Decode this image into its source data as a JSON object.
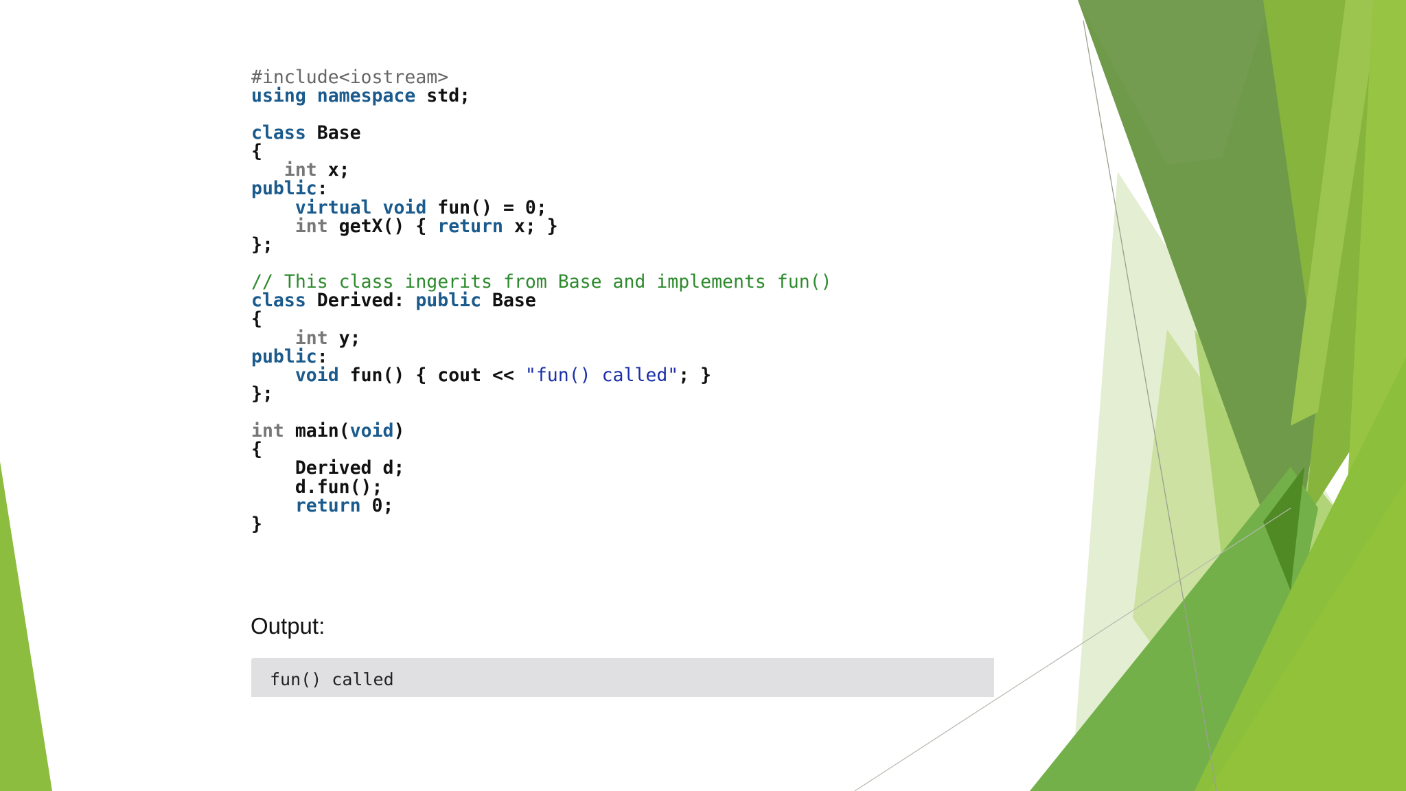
{
  "colors": {
    "background": "#ffffff",
    "keyword": "#1a5a8c",
    "type": "#777777",
    "comment": "#2c8a2c",
    "string": "#1a2fa8",
    "preprocessor": "#666666",
    "output_box": "#e0e0e2",
    "accent_dark_green": "#6e9a4a",
    "accent_light_green": "#8fbe3c"
  },
  "code": {
    "language": "C++",
    "lines": [
      [
        {
          "t": "#include<iostream>",
          "c": "pp"
        }
      ],
      [
        {
          "t": "using",
          "c": "kw"
        },
        {
          "t": " ",
          "c": ""
        },
        {
          "t": "namespace",
          "c": "kw"
        },
        {
          "t": " std;",
          "c": ""
        }
      ],
      [],
      [
        {
          "t": "class",
          "c": "kw"
        },
        {
          "t": " Base",
          "c": ""
        }
      ],
      [
        {
          "t": "{",
          "c": ""
        }
      ],
      [
        {
          "t": "   ",
          "c": ""
        },
        {
          "t": "int",
          "c": "ty"
        },
        {
          "t": " x;",
          "c": ""
        }
      ],
      [
        {
          "t": "public",
          "c": "kw"
        },
        {
          "t": ":",
          "c": ""
        }
      ],
      [
        {
          "t": "    ",
          "c": ""
        },
        {
          "t": "virtual",
          "c": "kw"
        },
        {
          "t": " ",
          "c": ""
        },
        {
          "t": "void",
          "c": "kw"
        },
        {
          "t": " fun() = 0;",
          "c": ""
        }
      ],
      [
        {
          "t": "    ",
          "c": ""
        },
        {
          "t": "int",
          "c": "ty"
        },
        {
          "t": " getX() { ",
          "c": ""
        },
        {
          "t": "return",
          "c": "kw"
        },
        {
          "t": " x; }",
          "c": ""
        }
      ],
      [
        {
          "t": "};",
          "c": ""
        }
      ],
      [],
      [
        {
          "t": "// This class ingerits from Base and implements fun()",
          "c": "cm"
        }
      ],
      [
        {
          "t": "class",
          "c": "kw"
        },
        {
          "t": " Derived: ",
          "c": ""
        },
        {
          "t": "public",
          "c": "kw"
        },
        {
          "t": " Base",
          "c": ""
        }
      ],
      [
        {
          "t": "{",
          "c": ""
        }
      ],
      [
        {
          "t": "    ",
          "c": ""
        },
        {
          "t": "int",
          "c": "ty"
        },
        {
          "t": " y;",
          "c": ""
        }
      ],
      [
        {
          "t": "public",
          "c": "kw"
        },
        {
          "t": ":",
          "c": ""
        }
      ],
      [
        {
          "t": "    ",
          "c": ""
        },
        {
          "t": "void",
          "c": "kw"
        },
        {
          "t": " fun() { cout << ",
          "c": ""
        },
        {
          "t": "\"fun() called\"",
          "c": "st"
        },
        {
          "t": "; }",
          "c": ""
        }
      ],
      [
        {
          "t": "};",
          "c": ""
        }
      ],
      [],
      [
        {
          "t": "int",
          "c": "ty"
        },
        {
          "t": " main(",
          "c": ""
        },
        {
          "t": "void",
          "c": "kw"
        },
        {
          "t": ")",
          "c": ""
        }
      ],
      [
        {
          "t": "{",
          "c": ""
        }
      ],
      [
        {
          "t": "    Derived d;",
          "c": ""
        }
      ],
      [
        {
          "t": "    d.fun();",
          "c": ""
        }
      ],
      [
        {
          "t": "    ",
          "c": ""
        },
        {
          "t": "return",
          "c": "kw"
        },
        {
          "t": " 0;",
          "c": ""
        }
      ],
      [
        {
          "t": "}",
          "c": ""
        }
      ]
    ]
  },
  "output": {
    "heading": "Output:",
    "text": "fun() called"
  }
}
